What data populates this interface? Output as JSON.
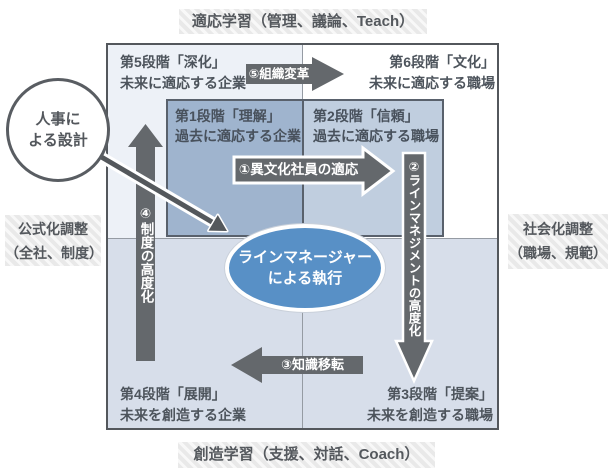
{
  "edge_labels": {
    "top": "適応学習（管理、議論、Teach）",
    "bottom": "創造学習（支援、対話、Coach）",
    "left_line1": "公式化調整",
    "left_line2": "（全社、制度）",
    "right_line1": "社会化調整",
    "right_line2": "（職場、規範）"
  },
  "quadrants": {
    "q5": {
      "title": "第5段階「深化」",
      "subtitle": "未来に適応する企業"
    },
    "q6": {
      "title": "第6段階「文化」",
      "subtitle": "未来に適応する職場"
    },
    "q1": {
      "title": "第1段階「理解」",
      "subtitle": "過去に適応する企業"
    },
    "q2": {
      "title": "第2段階「信頼」",
      "subtitle": "過去に適応する職場"
    },
    "q4": {
      "title": "第4段階「展開」",
      "subtitle": "未来を創造する企業"
    },
    "q3": {
      "title": "第3段階「提案」",
      "subtitle": "未来を創造する職場"
    }
  },
  "arrows": {
    "a1": "①異文化社員の適応",
    "a2": "②ラインマネジメントの高度化",
    "a3": "③知識移転",
    "a4": "④制度の高度化",
    "a5": "⑤組織変革"
  },
  "nodes": {
    "hr_circle_line1": "人事に",
    "hr_circle_line2": "よる設計",
    "center_line1": "ラインマネージャー",
    "center_line2": "による執行"
  },
  "colors": {
    "arrow_gray": "#64686c",
    "ellipse_blue": "#5890c6",
    "inner_left_bg": "#9fb4ce",
    "inner_right_bg": "#c0cedf",
    "quad_top_left_bg": "#edf1f7",
    "quad_top_right_bg": "#ffffff",
    "quad_bottom_bg": "#d7deea",
    "text_dark": "#4d545c"
  }
}
